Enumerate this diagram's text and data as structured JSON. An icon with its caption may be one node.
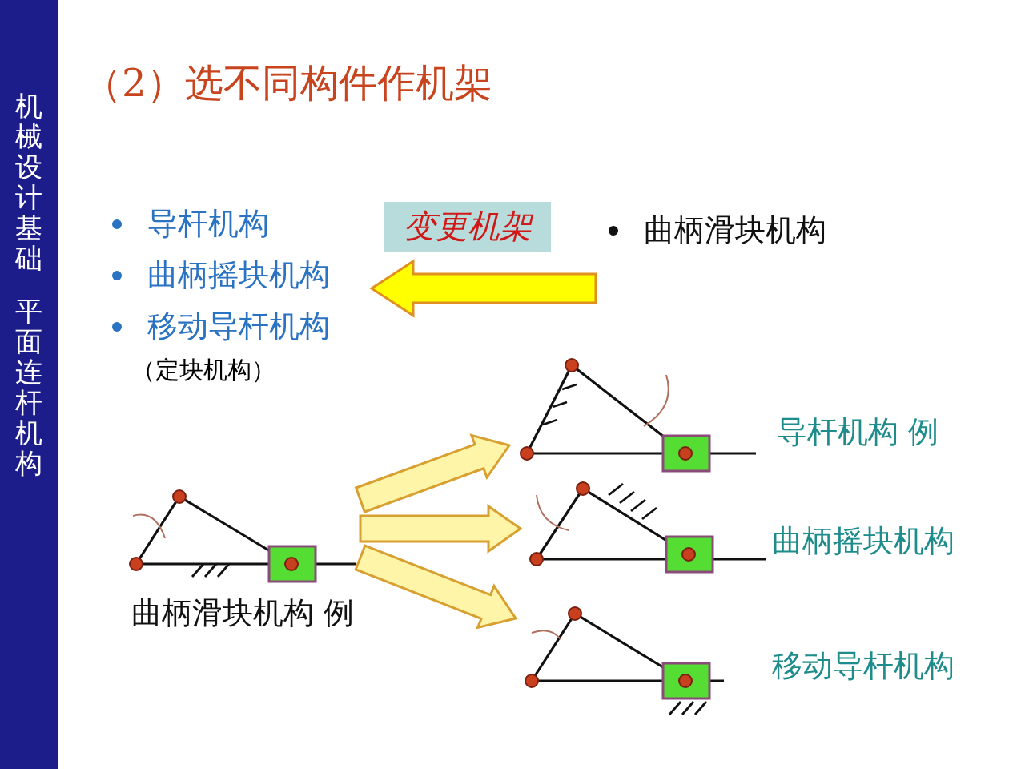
{
  "diagram": {
    "title": "（2）选不同构件作机架",
    "nodes": [
      {
        "text": [
          "曲柄滑块机构"
        ]
      },
      {
        "text": [
          "导杆机构",
          "曲柄摇块机构",
          "移动导杆机构",
          "（定块机构）"
        ]
      },
      {
        "text": [],
        "shape": "picture",
        "beside": [
          "曲柄滑块机构 例"
        ]
      },
      {
        "text": [],
        "shape": "picture",
        "beside": [
          "导杆机构 例"
        ]
      },
      {
        "text": [],
        "shape": "picture",
        "beside": [
          "曲柄摇块机构"
        ]
      },
      {
        "text": [],
        "shape": "picture",
        "beside": [
          "移动导杆机构"
        ]
      }
    ],
    "edges": [
      {
        "from": 0,
        "to": 1,
        "arrow": "to",
        "label": "变更机架"
      },
      {
        "from": 2,
        "to": 3,
        "arrow": "to"
      },
      {
        "from": 2,
        "to": 4,
        "arrow": "to"
      },
      {
        "from": 2,
        "to": 5,
        "arrow": "to"
      }
    ],
    "labels": [
      "机械设计基础",
      "平面连杆机构"
    ]
  }
}
